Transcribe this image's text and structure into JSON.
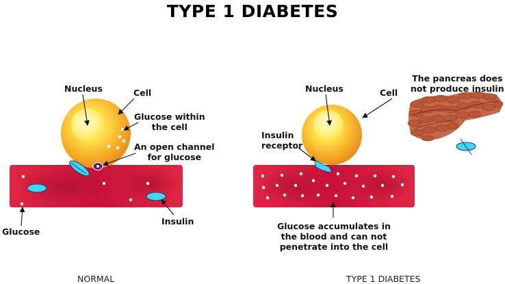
{
  "title": "TYPE 1 DIABETES",
  "normal": {
    "nucleus": "Nucleus",
    "cell": "Cell",
    "glucose_within_cell": "Glucose within\nthe cell",
    "open_channel": "An open channel\nfor glucose",
    "glucose": "Glucose",
    "insulin": "Insulin",
    "caption": "NORMAL"
  },
  "type1": {
    "nucleus": "Nucleus",
    "cell": "Cell",
    "insulin_receptor": "Insulin\nreceptor",
    "pancreas_note": "The pancreas does\nnot produce insulin",
    "glucose_accumulates": "Glucose accumulates in\nthe blood and can not\npenetrate into the cell",
    "caption": "TYPE 1 DIABETES"
  },
  "colors": {
    "vessel": "#d4203a",
    "vessel_dark": "#a8102a",
    "cell_outer": "#f2a21b",
    "cell_inner": "#ffe873",
    "insulin": "#3fd2f0",
    "channel": "#5a1c6e",
    "pancreas": "#c8684a"
  }
}
